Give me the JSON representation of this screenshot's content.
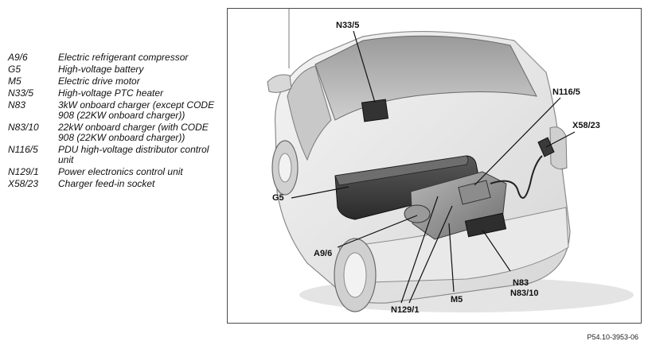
{
  "legend": [
    {
      "code": "A9/6",
      "description": "Electric refrigerant compressor"
    },
    {
      "code": "G5",
      "description": "High-voltage battery"
    },
    {
      "code": "M5",
      "description": "Electric drive motor"
    },
    {
      "code": "N33/5",
      "description": "High-voltage PTC heater"
    },
    {
      "code": "N83",
      "description": "3kW onboard charger (except CODE 908 (22KW onboard charger))"
    },
    {
      "code": "N83/10",
      "description": "22kW onboard charger (with CODE 908 (22KW onboard charger))"
    },
    {
      "code": "N116/5",
      "description": "PDU high-voltage distributor control unit"
    },
    {
      "code": "N129/1",
      "description": "Power electronics control unit"
    },
    {
      "code": "X58/23",
      "description": "Charger feed-in socket"
    }
  ],
  "callouts": {
    "n33_5": "N33/5",
    "n116_5": "N116/5",
    "x58_23": "X58/23",
    "g5": "G5",
    "a9_6": "A9/6",
    "n83": "N83",
    "n83_10": "N83/10",
    "m5": "M5",
    "n129_1": "N129/1"
  },
  "figure_id": "P54.10-3953-06"
}
